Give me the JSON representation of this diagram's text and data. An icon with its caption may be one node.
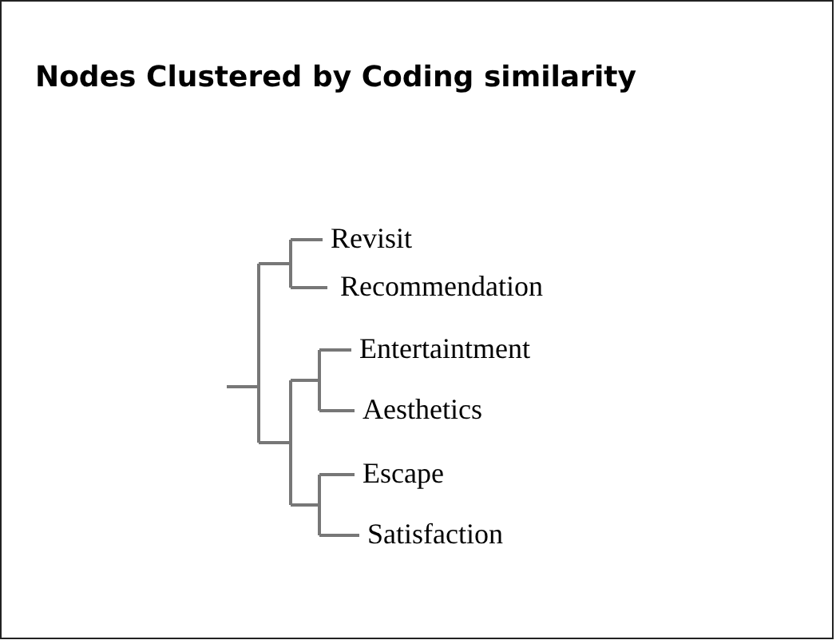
{
  "diagram": {
    "title": "Nodes Clustered by Coding similarity",
    "labels": [
      "Revisit",
      "Recommendation",
      "Entertaintment",
      "Aesthetics",
      "Escape",
      "Satisfaction"
    ]
  }
}
